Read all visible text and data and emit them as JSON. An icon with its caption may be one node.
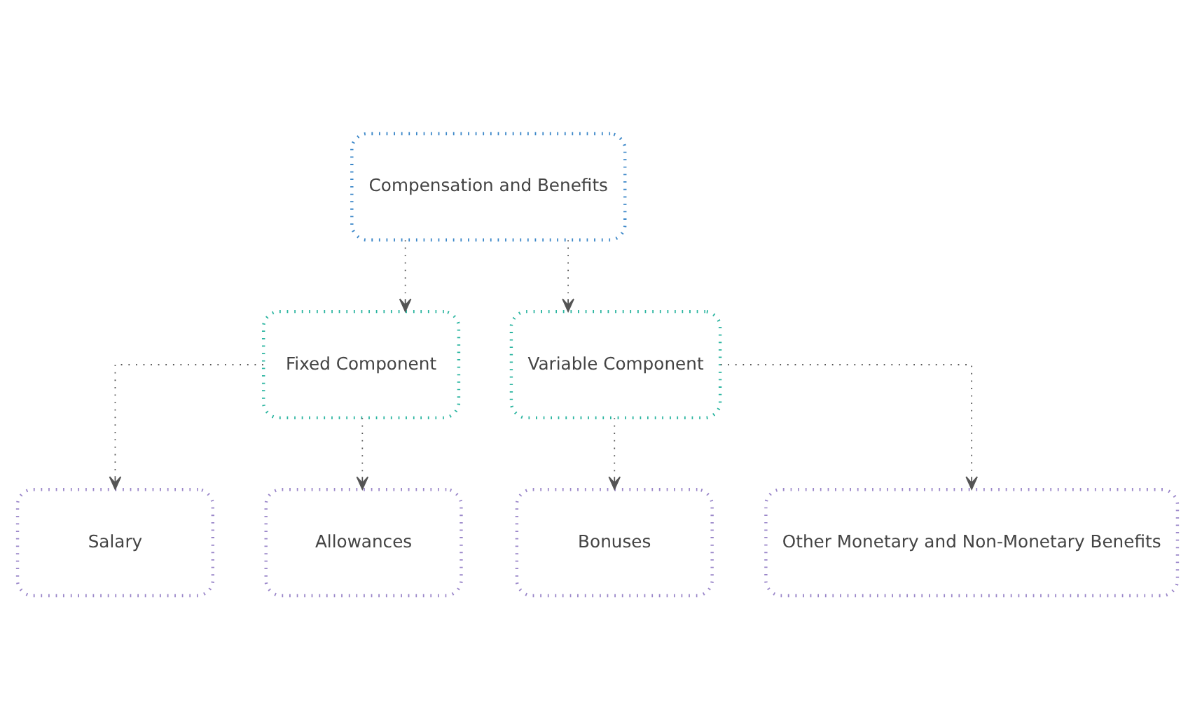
{
  "diagram": {
    "nodes": [
      {
        "text": [
          "Compensation and Benefits"
        ]
      },
      {
        "text": [
          "Fixed Component"
        ]
      },
      {
        "text": [
          "Variable Component"
        ]
      },
      {
        "text": [
          "Salary"
        ]
      },
      {
        "text": [
          "Allowances"
        ]
      },
      {
        "text": [
          "Bonuses"
        ]
      },
      {
        "text": [
          "Other Monetary and Non-Monetary Benefits"
        ]
      }
    ],
    "edges": [
      {
        "from": 0,
        "to": 1,
        "arrow": "to"
      },
      {
        "from": 0,
        "to": 2,
        "arrow": "to"
      },
      {
        "from": 1,
        "to": 3,
        "arrow": "to"
      },
      {
        "from": 1,
        "to": 4,
        "arrow": "to"
      },
      {
        "from": 2,
        "to": 5,
        "arrow": "to"
      },
      {
        "from": 2,
        "to": 6,
        "arrow": "to"
      }
    ]
  }
}
